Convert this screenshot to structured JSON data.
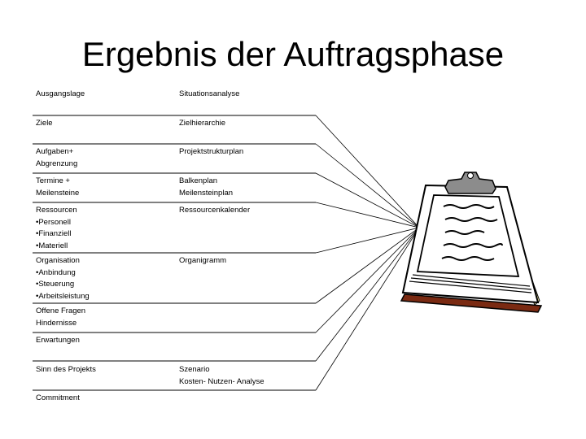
{
  "title": "Ergebnis der Auftragsphase",
  "rows": [
    {
      "left": [
        "Ausgangslage"
      ],
      "right": [
        "Situationsanalyse"
      ]
    },
    {
      "left": [
        "Ziele"
      ],
      "right": [
        "Zielhierarchie"
      ]
    },
    {
      "left": [
        "Aufgaben+",
        "Abgrenzung"
      ],
      "right": [
        "Projektstrukturplan"
      ]
    },
    {
      "left": [
        "Termine +",
        "Meilensteine"
      ],
      "right": [
        "Balkenplan",
        "Meilensteinplan"
      ]
    },
    {
      "left": [
        "Ressourcen",
        "•Personell",
        "•Finanziell",
        "•Materiell"
      ],
      "right": [
        "Ressourcenkalender"
      ]
    },
    {
      "left": [
        "Organisation",
        "•Anbindung",
        "•Steuerung",
        "•Arbeitsleistung"
      ],
      "right": [
        "Organigramm"
      ]
    },
    {
      "left": [
        "Offene Fragen",
        "Hindernisse"
      ],
      "right": []
    },
    {
      "left": [
        "Erwartungen"
      ],
      "right": []
    },
    {
      "left": [
        "Sinn des Projekts"
      ],
      "right": [
        "Szenario",
        "Kosten- Nutzen- Analyse"
      ]
    },
    {
      "left": [
        "Commitment"
      ],
      "right": []
    }
  ],
  "icons": {
    "clipboard": "clipboard-icon"
  }
}
